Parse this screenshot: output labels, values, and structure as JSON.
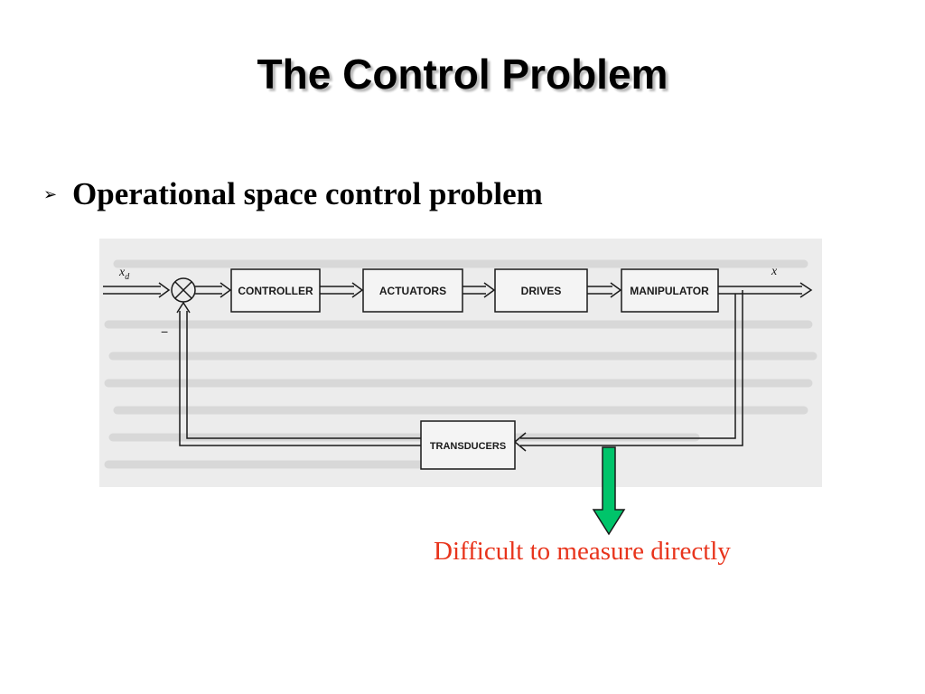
{
  "slide": {
    "title": "The Control Problem",
    "bullet_icon": "arrowhead-bullet-icon",
    "bullet_text": "Operational space control problem"
  },
  "diagram": {
    "blocks": {
      "controller": "CONTROLLER",
      "actuators": "ACTUATORS",
      "drives": "DRIVES",
      "manipulator": "MANIPULATOR",
      "transducers": "TRANSDUCERS"
    },
    "input_label": "x",
    "input_subscript": "d",
    "output_label": "x",
    "summing_sign": "−",
    "junction_icon": "summing-junction-icon",
    "background_color": "#ececec",
    "line_color": "#1a1a1a"
  },
  "callout": {
    "text": "Difficult to measure directly",
    "text_color": "#e8341c",
    "arrow_color": "#00c46a",
    "arrow_icon": "down-arrow-icon"
  }
}
